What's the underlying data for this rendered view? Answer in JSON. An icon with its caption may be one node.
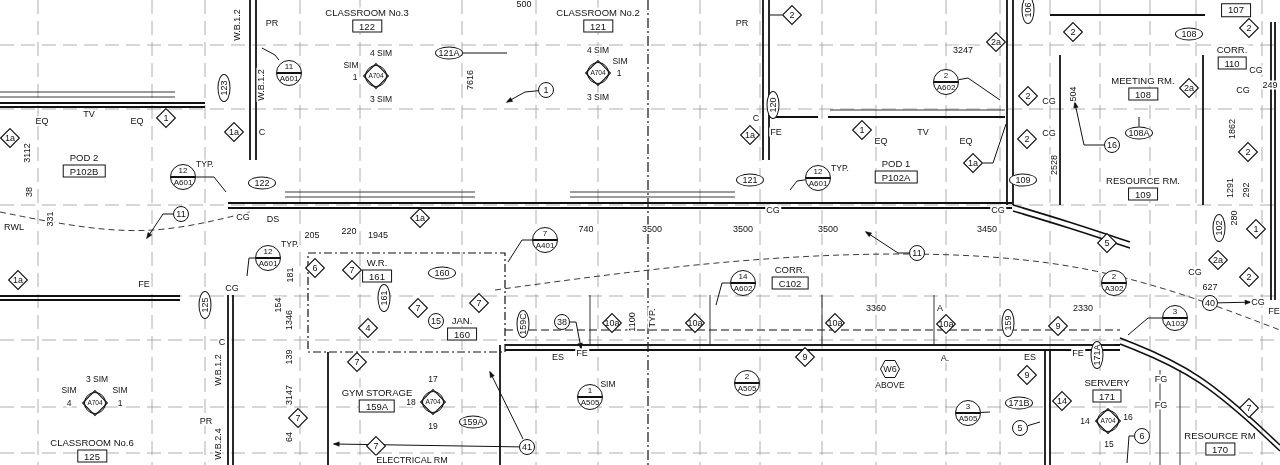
{
  "diagram": {
    "nodes": [
      {
        "text": [
          "CLASSROOM No.3",
          "122"
        ]
      },
      {
        "text": [
          "CLASSROOM No.2",
          "121"
        ]
      },
      {
        "text": [
          "107"
        ]
      },
      {
        "text": [
          "106"
        ]
      },
      {
        "text": [
          "2"
        ]
      },
      {
        "text": [
          "2"
        ]
      },
      {
        "text": [
          "2"
        ]
      },
      {
        "text": [
          "108"
        ]
      },
      {
        "text": [
          "CORR.",
          "110"
        ]
      },
      {
        "text": [
          "11",
          "A601"
        ]
      },
      {
        "text": [
          "A704"
        ],
        "beside": [
          "4 SIM",
          "SIM",
          "1",
          "3 SIM"
        ]
      },
      {
        "text": [
          "121A"
        ]
      },
      {
        "text": [
          "A704"
        ],
        "beside": [
          "4 SIM",
          "SIM",
          "1",
          "3 SIM"
        ]
      },
      {
        "text": [
          "2a"
        ]
      },
      {
        "text": [
          "2",
          "A602"
        ]
      },
      {
        "text": [
          "MEETING RM.",
          "108"
        ]
      },
      {
        "text": [
          "2a"
        ]
      },
      {
        "text": [
          "123"
        ]
      },
      {
        "text": [
          "1"
        ]
      },
      {
        "text": [
          "1"
        ]
      },
      {
        "text": [
          "120"
        ]
      },
      {
        "text": [
          "2"
        ]
      },
      {
        "text": [
          "2"
        ]
      },
      {
        "text": [
          "1"
        ]
      },
      {
        "text": [
          "1a"
        ]
      },
      {
        "text": [
          "1a"
        ]
      },
      {
        "text": [
          "1a"
        ]
      },
      {
        "text": [
          "16"
        ]
      },
      {
        "text": [
          "108A"
        ]
      },
      {
        "text": [
          "2"
        ]
      },
      {
        "text": [
          "POD 2",
          "P102B"
        ]
      },
      {
        "text": [
          "1a"
        ]
      },
      {
        "text": [
          "POD 1",
          "P102A"
        ]
      },
      {
        "text": [
          "12",
          "A601"
        ],
        "beside": [
          "TYP."
        ]
      },
      {
        "text": [
          "122"
        ]
      },
      {
        "text": [
          "121"
        ]
      },
      {
        "text": [
          "12",
          "A601"
        ],
        "beside": [
          "TYP."
        ]
      },
      {
        "text": [
          "109"
        ]
      },
      {
        "text": [
          "RESOURCE RM.",
          "109"
        ]
      },
      {
        "text": [
          "11"
        ]
      },
      {
        "text": [
          "1a"
        ]
      },
      {
        "text": [
          "7",
          "A401"
        ]
      },
      {
        "text": [
          "5"
        ]
      },
      {
        "text": [
          "1"
        ]
      },
      {
        "text": [
          "102"
        ]
      },
      {
        "text": [
          "11"
        ]
      },
      {
        "text": [
          "12",
          "A601"
        ],
        "beside": [
          "TYP."
        ]
      },
      {
        "text": [
          "2a"
        ]
      },
      {
        "text": [
          "1a"
        ]
      },
      {
        "text": [
          "6"
        ]
      },
      {
        "text": [
          "7"
        ]
      },
      {
        "text": [
          "W.R.",
          "161"
        ]
      },
      {
        "text": [
          "160"
        ]
      },
      {
        "text": [
          "CORR.",
          "C102"
        ]
      },
      {
        "text": [
          "14",
          "A602"
        ]
      },
      {
        "text": [
          "2",
          "A302"
        ]
      },
      {
        "text": [
          "2"
        ]
      },
      {
        "text": [
          "40"
        ]
      },
      {
        "text": [
          "125"
        ]
      },
      {
        "text": [
          "161"
        ]
      },
      {
        "text": [
          "7"
        ]
      },
      {
        "text": [
          "7"
        ]
      },
      {
        "text": [
          "4"
        ]
      },
      {
        "text": [
          "15"
        ]
      },
      {
        "text": [
          "JAN.",
          "160"
        ]
      },
      {
        "text": [
          "159C"
        ]
      },
      {
        "text": [
          "38"
        ]
      },
      {
        "text": [
          "10a"
        ]
      },
      {
        "text": [
          "10a"
        ]
      },
      {
        "text": [
          "10a"
        ]
      },
      {
        "text": [
          "10a"
        ]
      },
      {
        "text": [
          "159"
        ]
      },
      {
        "text": [
          "9"
        ]
      },
      {
        "text": [
          "3",
          "A103"
        ]
      },
      {
        "text": [
          "7"
        ]
      },
      {
        "text": [
          "9"
        ]
      },
      {
        "text": [
          "W6"
        ],
        "beside": [
          "ABOVE"
        ]
      },
      {
        "text": [
          "9"
        ]
      },
      {
        "text": [
          "171A"
        ]
      },
      {
        "text": [
          "2",
          "A505"
        ]
      },
      {
        "text": [
          "1",
          "A505"
        ],
        "beside": [
          "SIM"
        ]
      },
      {
        "text": [
          "SERVERY",
          "171"
        ]
      },
      {
        "text": [
          "GYM STORAGE",
          "159A"
        ]
      },
      {
        "text": [
          "A704"
        ],
        "beside": [
          "17",
          "18",
          "19"
        ]
      },
      {
        "text": [
          "A704"
        ],
        "beside": [
          "3 SIM",
          "SIM",
          "SIM",
          "4",
          "1"
        ]
      },
      {
        "text": [
          "3",
          "A505"
        ]
      },
      {
        "text": [
          "171B"
        ]
      },
      {
        "text": [
          "14"
        ]
      },
      {
        "text": [
          "7"
        ]
      },
      {
        "text": [
          "7"
        ]
      },
      {
        "text": [
          "159A"
        ]
      },
      {
        "text": [
          "7"
        ]
      },
      {
        "text": [
          "5"
        ]
      },
      {
        "text": [
          "6"
        ]
      },
      {
        "text": [
          "A704"
        ],
        "beside": [
          "14",
          "16",
          "15"
        ]
      },
      {
        "text": [
          "41"
        ]
      },
      {
        "text": [
          "CLASSROOM No.6",
          "125"
        ]
      },
      {
        "text": [
          "RESOURCE RM",
          "170"
        ]
      },
      {
        "text": [
          "CG"
        ]
      },
      {
        "text": [
          "FE"
        ]
      },
      {
        "text": [
          "504"
        ]
      }
    ],
    "edges": [
      {
        "from": 9,
        "to": null,
        "arrow": "none"
      },
      {
        "from": 11,
        "to": null,
        "arrow": "none"
      },
      {
        "from": 19,
        "to": null,
        "arrow": "to"
      },
      {
        "from": 4,
        "to": null,
        "arrow": "none"
      },
      {
        "from": 14,
        "to": null,
        "arrow": "none"
      },
      {
        "from": 27,
        "to": 100,
        "arrow": "to"
      },
      {
        "from": 28,
        "to": null,
        "arrow": "none"
      },
      {
        "from": 31,
        "to": null,
        "arrow": "none"
      },
      {
        "from": 33,
        "to": null,
        "arrow": "none"
      },
      {
        "from": 36,
        "to": null,
        "arrow": "none"
      },
      {
        "from": 39,
        "to": null,
        "arrow": "to"
      },
      {
        "from": 41,
        "to": null,
        "arrow": "none"
      },
      {
        "from": 45,
        "to": null,
        "arrow": "to"
      },
      {
        "from": 46,
        "to": null,
        "arrow": "none"
      },
      {
        "from": 54,
        "to": null,
        "arrow": "none"
      },
      {
        "from": 57,
        "to": 98,
        "arrow": "to"
      },
      {
        "from": 66,
        "to": 99,
        "arrow": "to"
      },
      {
        "from": 73,
        "to": null,
        "arrow": "none"
      },
      {
        "from": 85,
        "to": null,
        "arrow": "none"
      },
      {
        "from": 92,
        "to": null,
        "arrow": "none"
      },
      {
        "from": 93,
        "to": null,
        "arrow": "none"
      },
      {
        "from": 95,
        "to": null,
        "arrow": "to"
      },
      {
        "from": 95,
        "to": null,
        "arrow": "to"
      }
    ],
    "labels": [
      "W.B.1.2",
      "PR",
      "W.B.1.2",
      "C",
      "EQ",
      "TV",
      "EQ",
      "3112",
      "38",
      "331",
      "RWL",
      "CG",
      "DS",
      "7616",
      "500",
      "PR",
      "C",
      "FE",
      "CG",
      "EQ",
      "TV",
      "EQ",
      "3247",
      "CG",
      "CG",
      "2528",
      "CG",
      "CG",
      "CG",
      "249",
      "1862",
      "1291",
      "292",
      "280",
      "205",
      "220",
      "1945",
      "740",
      "3500",
      "3500",
      "3500",
      "3450",
      "FE",
      "CG",
      "C",
      "181",
      "154",
      "1346",
      "139",
      "3147",
      "64",
      "W.B.1.2",
      "PR",
      "W.B.2.4",
      "1100",
      "TYP.",
      "ES",
      "3360",
      "A",
      "A.",
      "2330",
      "ES",
      "FE",
      "FG",
      "FG",
      "CG",
      "627",
      "FE",
      "ELECTRICAL RM"
    ]
  }
}
